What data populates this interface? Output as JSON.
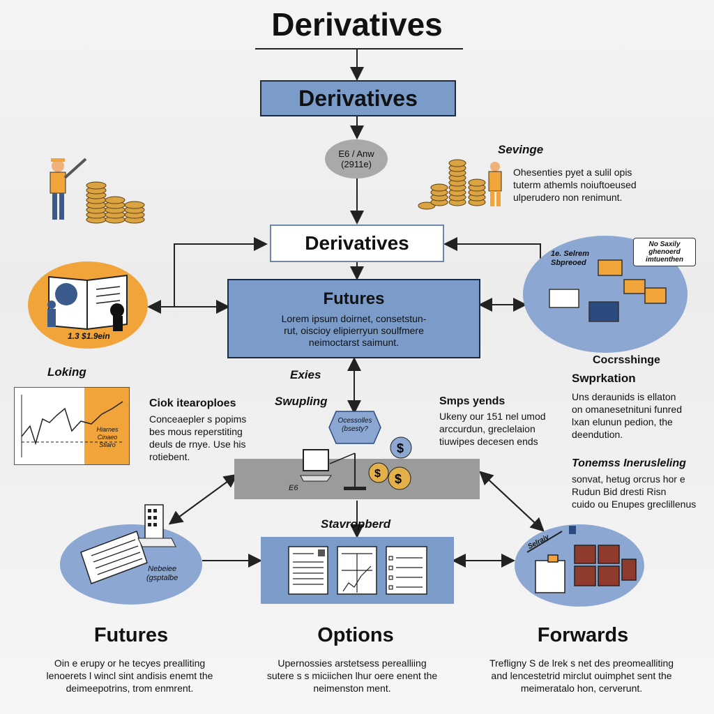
{
  "title": "Derivatives",
  "top_box": "Derivatives",
  "oval": {
    "line1": "E6 / Anw",
    "line2": "(2911e)"
  },
  "mid_box": "Derivatives",
  "futures_box": {
    "title": "Futures",
    "body": [
      "Lorem ipsum doirnet, consetstun-",
      "rut, oiscioy elipierryun soulfmere",
      "neimoctarst saimunt."
    ]
  },
  "top_right": {
    "heading": "Sevinge",
    "body": [
      "Ohesenties pyet a sulil opis",
      "tuterm athemls noiuftoeused",
      "ulperudero non renimunt."
    ]
  },
  "left_circle_label": "1.3 $1.9ein",
  "right_circle": {
    "caption": [
      "1e. Selrem",
      "Sbpreoed"
    ],
    "bubble": [
      "No Saxily",
      "ghenoerd",
      "imtuenthen"
    ]
  },
  "loking": "Loking",
  "chart_tags": [
    "Hiarnes",
    "Cinaeo",
    "Stiaro"
  ],
  "ciok": {
    "heading": "Ciok itearoploes",
    "body": [
      "Conceaepler s popims",
      "bes mous reperstiting",
      "deuls de rnye. Use his",
      "rotiebent."
    ]
  },
  "exies": "Exies",
  "swupling": "Swupling",
  "hexagon": [
    "Ocessolles",
    "(bsesty?"
  ],
  "platform_label": "E6",
  "smps": {
    "heading": "Smps yends",
    "body": [
      "Ukeny our 151 nel umod",
      "arccurdun, greclelaion",
      "tiuwipes decesen ends"
    ]
  },
  "corrsshinge": {
    "heading1": "Cocrsshinge",
    "heading2": "Swprkation",
    "body": [
      "Uns deraunids is ellaton",
      "on omanesetnituni funred",
      "lxan elunun pedion, the",
      "deendution."
    ]
  },
  "tonemss": {
    "heading": "Tonemss Inerusleling",
    "body": [
      "sonvat, hetug orcrus hor e",
      "Rudun Bid dresti Risn",
      "cuido ou Enupes greclillenus"
    ]
  },
  "stavropberd": "Stavropberd",
  "bottom_left_circle_label": [
    "Nebeiee",
    "(gsptalbe"
  ],
  "bottom_right_tag": "Selraiy",
  "bottom": [
    {
      "title": "Futures",
      "body": [
        "Oin e erupy or he tecyes prealliting",
        "lenoerets l wincl sint andisis enemt the",
        "deimeepotrins, trom enmrent."
      ]
    },
    {
      "title": "Options",
      "body": [
        "Upernossies arstetsess perealliing",
        "sutere s s miciichen lhur oere enent the",
        "neimenston ment."
      ]
    },
    {
      "title": "Forwards",
      "body": [
        "Trefligny S de lrek s net des preomealliting",
        "and lencestetrid mirclut ouimphet sent the",
        "meimeratalo hon, cerverunt."
      ]
    }
  ],
  "colors": {
    "box_blue": "#7b9cc8",
    "circle_blue": "#8ba7d2",
    "orange": "#f0a43a",
    "coin": "#d9a441",
    "navy": "#1b2b45"
  }
}
